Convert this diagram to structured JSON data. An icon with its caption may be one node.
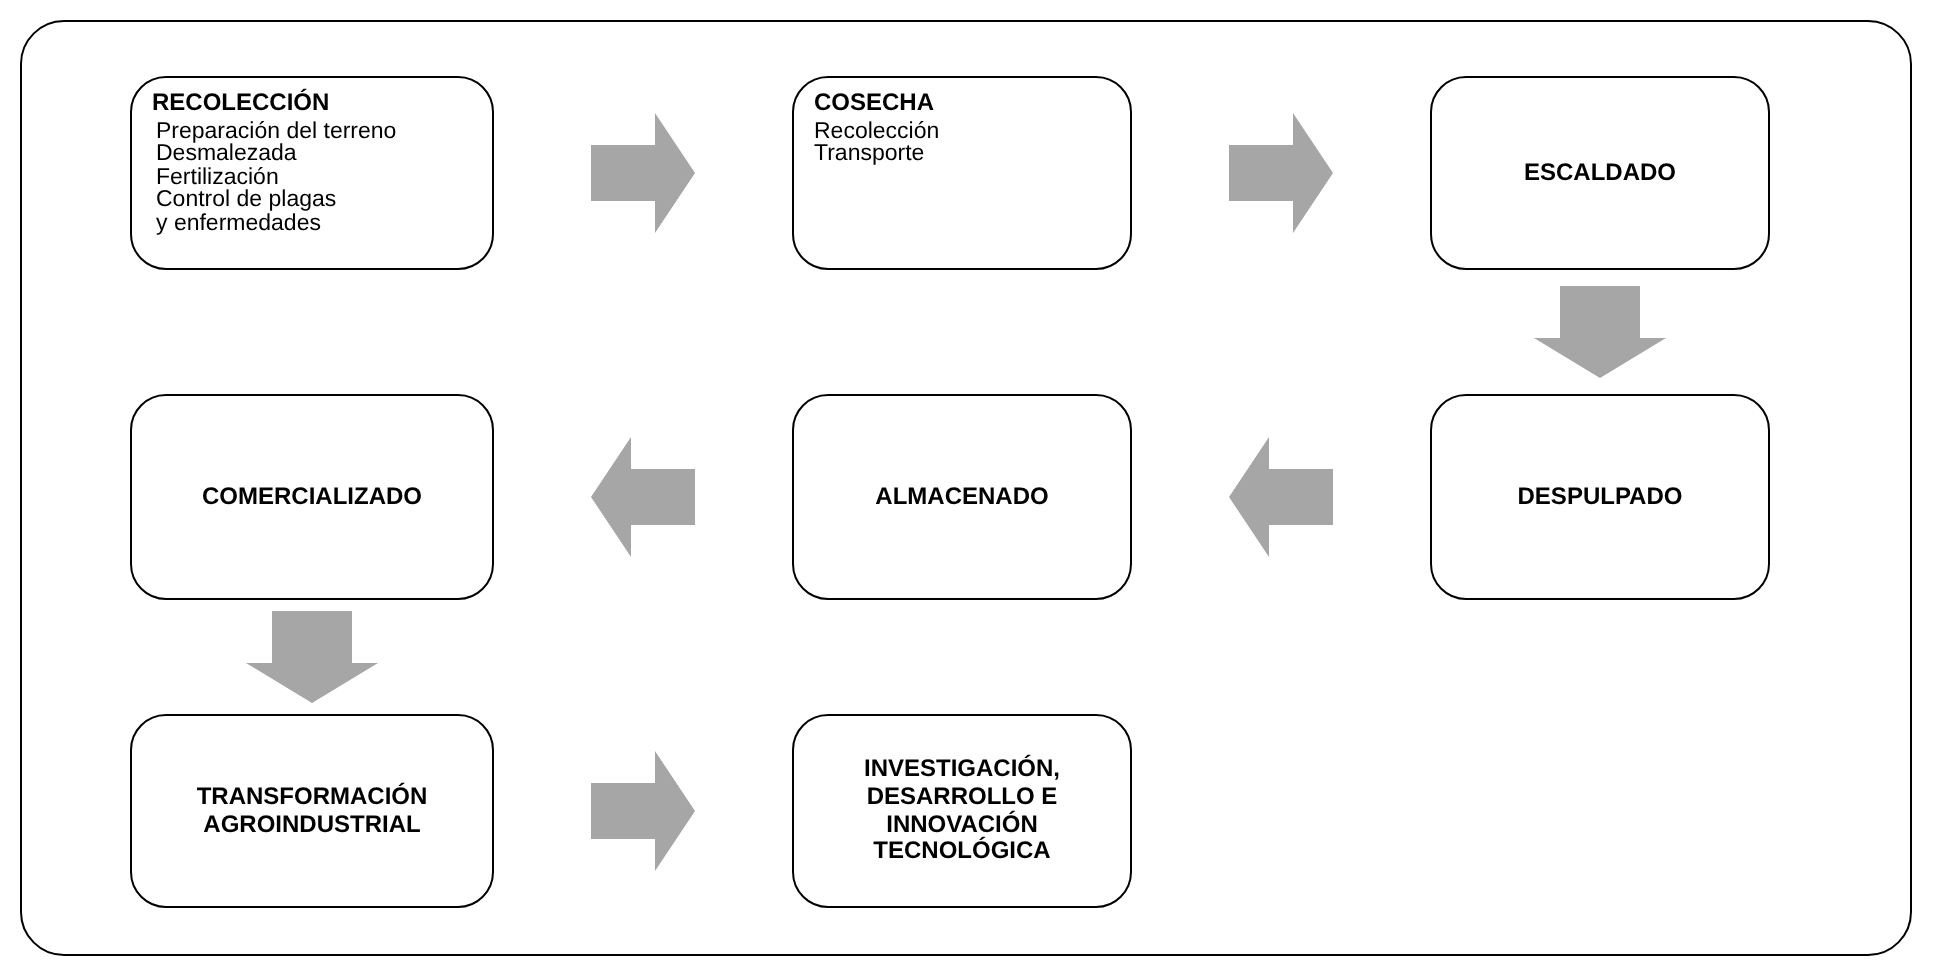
{
  "diagram": {
    "nodes": [
      {
        "text": [
          "RECOLECCIÓN",
          "Preparación del terreno",
          "Desmalezada",
          "Fertilización",
          "Control de plagas",
          "y enfermedades"
        ]
      },
      {
        "text": [
          "COSECHA",
          "Recolección",
          "Transporte"
        ]
      },
      {
        "text": [
          "ESCALDADO"
        ]
      },
      {
        "text": [
          "DESPULPADO"
        ]
      },
      {
        "text": [
          "ALMACENADO"
        ]
      },
      {
        "text": [
          "COMERCIALIZADO"
        ]
      },
      {
        "text": [
          "TRANSFORMACIÓN AGROINDUSTRIAL"
        ]
      },
      {
        "text": [
          "INVESTIGACIÓN, DESARROLLO E INNOVACIÓN TECNOLÓGICA"
        ]
      }
    ],
    "edges": [
      {
        "from": 0,
        "to": 1,
        "arrow": "to"
      },
      {
        "from": 1,
        "to": 2,
        "arrow": "to"
      },
      {
        "from": 2,
        "to": 3,
        "arrow": "to"
      },
      {
        "from": 3,
        "to": 4,
        "arrow": "to"
      },
      {
        "from": 4,
        "to": 5,
        "arrow": "to"
      },
      {
        "from": 5,
        "to": 6,
        "arrow": "to"
      },
      {
        "from": 6,
        "to": 7,
        "arrow": "to"
      }
    ]
  }
}
